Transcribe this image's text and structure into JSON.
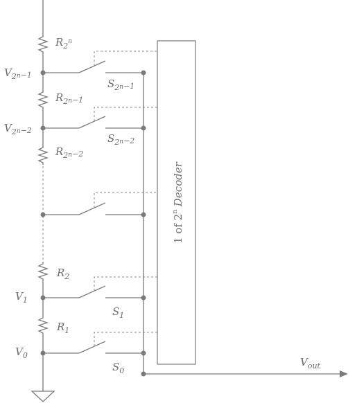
{
  "resistors": [
    {
      "id": "r2n",
      "base": "R",
      "sub": "2",
      "sup": "n",
      "sub2": ""
    },
    {
      "id": "r2n1",
      "base": "R",
      "sub": "2",
      "sup": "n",
      "sub2": "−1"
    },
    {
      "id": "r2n2",
      "base": "R",
      "sub": "2",
      "sup": "n",
      "sub2": "−2"
    },
    {
      "id": "r2",
      "base": "R",
      "sub": "2",
      "sup": "",
      "sub2": ""
    },
    {
      "id": "r1",
      "base": "R",
      "sub": "1",
      "sup": "",
      "sub2": ""
    }
  ],
  "voltages": [
    {
      "id": "v2n1",
      "base": "V",
      "sub": "2",
      "sup": "n",
      "sub2": "−1"
    },
    {
      "id": "v2n2",
      "base": "V",
      "sub": "2",
      "sup": "n",
      "sub2": "−2"
    },
    {
      "id": "v1",
      "base": "V",
      "sub": "1",
      "sup": "",
      "sub2": ""
    },
    {
      "id": "v0",
      "base": "V",
      "sub": "0",
      "sup": "",
      "sub2": ""
    }
  ],
  "switches": [
    {
      "id": "s2n1",
      "base": "S",
      "sub": "2",
      "sup": "n",
      "sub2": "−1"
    },
    {
      "id": "s2n2",
      "base": "S",
      "sub": "2",
      "sup": "n",
      "sub2": "−2"
    },
    {
      "id": "s1",
      "base": "S",
      "sub": "1",
      "sup": "",
      "sub2": ""
    },
    {
      "id": "s0",
      "base": "S",
      "sub": "0",
      "sup": "",
      "sub2": ""
    }
  ],
  "decoder": {
    "prefix": "1 of 2",
    "sup": "n",
    "word": "Decoder"
  },
  "output": {
    "base": "V",
    "sub": "out"
  },
  "colors": {
    "wire": "#7a7a7a",
    "label": "#6e6e6e"
  }
}
